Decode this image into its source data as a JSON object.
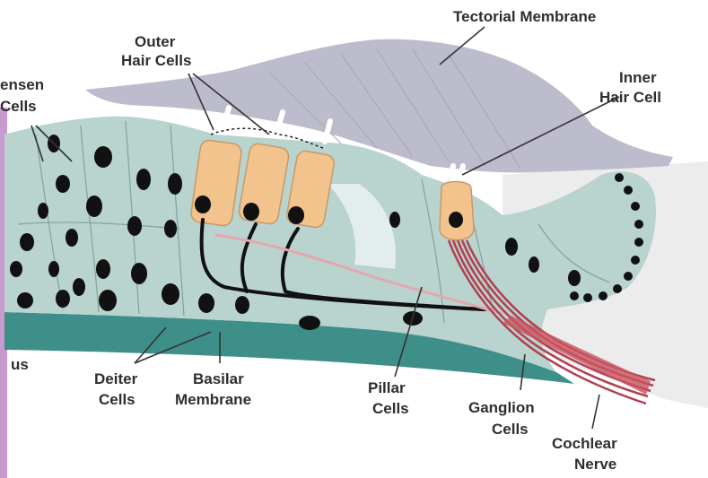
{
  "labels": {
    "tectorial": [
      "Tectorial Membrane"
    ],
    "outer_hair": [
      "Outer",
      "Hair Cells"
    ],
    "inner_hair": [
      "Inner",
      "Hair Cell"
    ],
    "hensen": [
      "ensen",
      "Cells"
    ],
    "deiter": [
      "Deiter",
      "Cells"
    ],
    "basilar": [
      "Basilar",
      "Membrane"
    ],
    "pillar": [
      "Pillar",
      "Cells"
    ],
    "ganglion": [
      "Ganglion",
      "Cells"
    ],
    "cochlear": [
      "Cochlear",
      "Nerve"
    ],
    "left_edge": [
      "us"
    ]
  },
  "colors": {
    "tissue": "#b9d3cf",
    "tectorial": "#bcbccc",
    "basilar": "#3e8f8a",
    "hair_cell": "#f2c38c",
    "nuclei": "#111111",
    "nerve": "#b04050",
    "left_bar": "#c79ad0"
  }
}
